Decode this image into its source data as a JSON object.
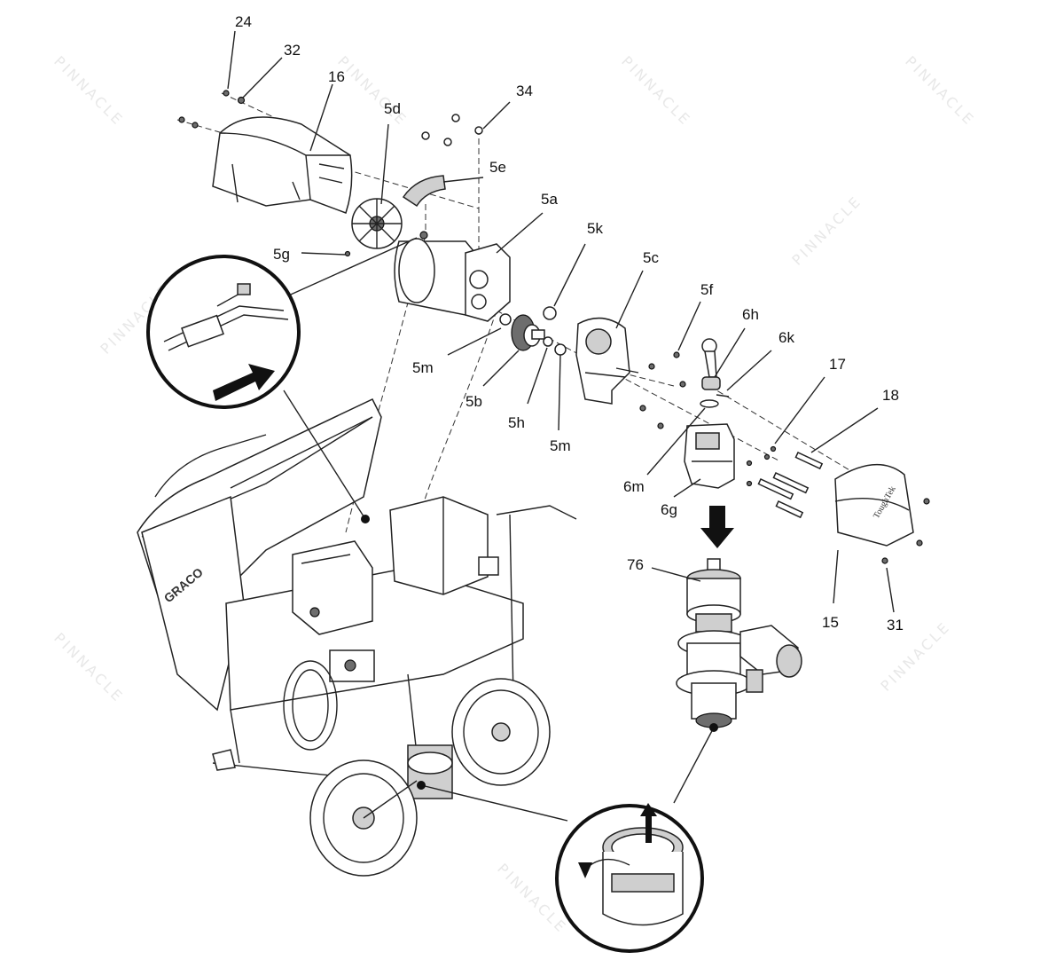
{
  "watermark": {
    "text": "PINNACLE"
  },
  "brand": {
    "logo_text": "GRACO",
    "model_text": "ToughTek"
  },
  "labels": {
    "l24": "24",
    "l32": "32",
    "l16": "16",
    "l5d": "5d",
    "l34": "34",
    "l5e": "5e",
    "l5a": "5a",
    "l5k": "5k",
    "l5g": "5g",
    "l5c": "5c",
    "l5f": "5f",
    "l6h": "6h",
    "l6k": "6k",
    "l17": "17",
    "l18": "18",
    "l5m_a": "5m",
    "l5b": "5b",
    "l5h": "5h",
    "l5m_b": "5m",
    "l6m": "6m",
    "l6g": "6g",
    "l76": "76",
    "l15": "15",
    "l31": "31"
  }
}
